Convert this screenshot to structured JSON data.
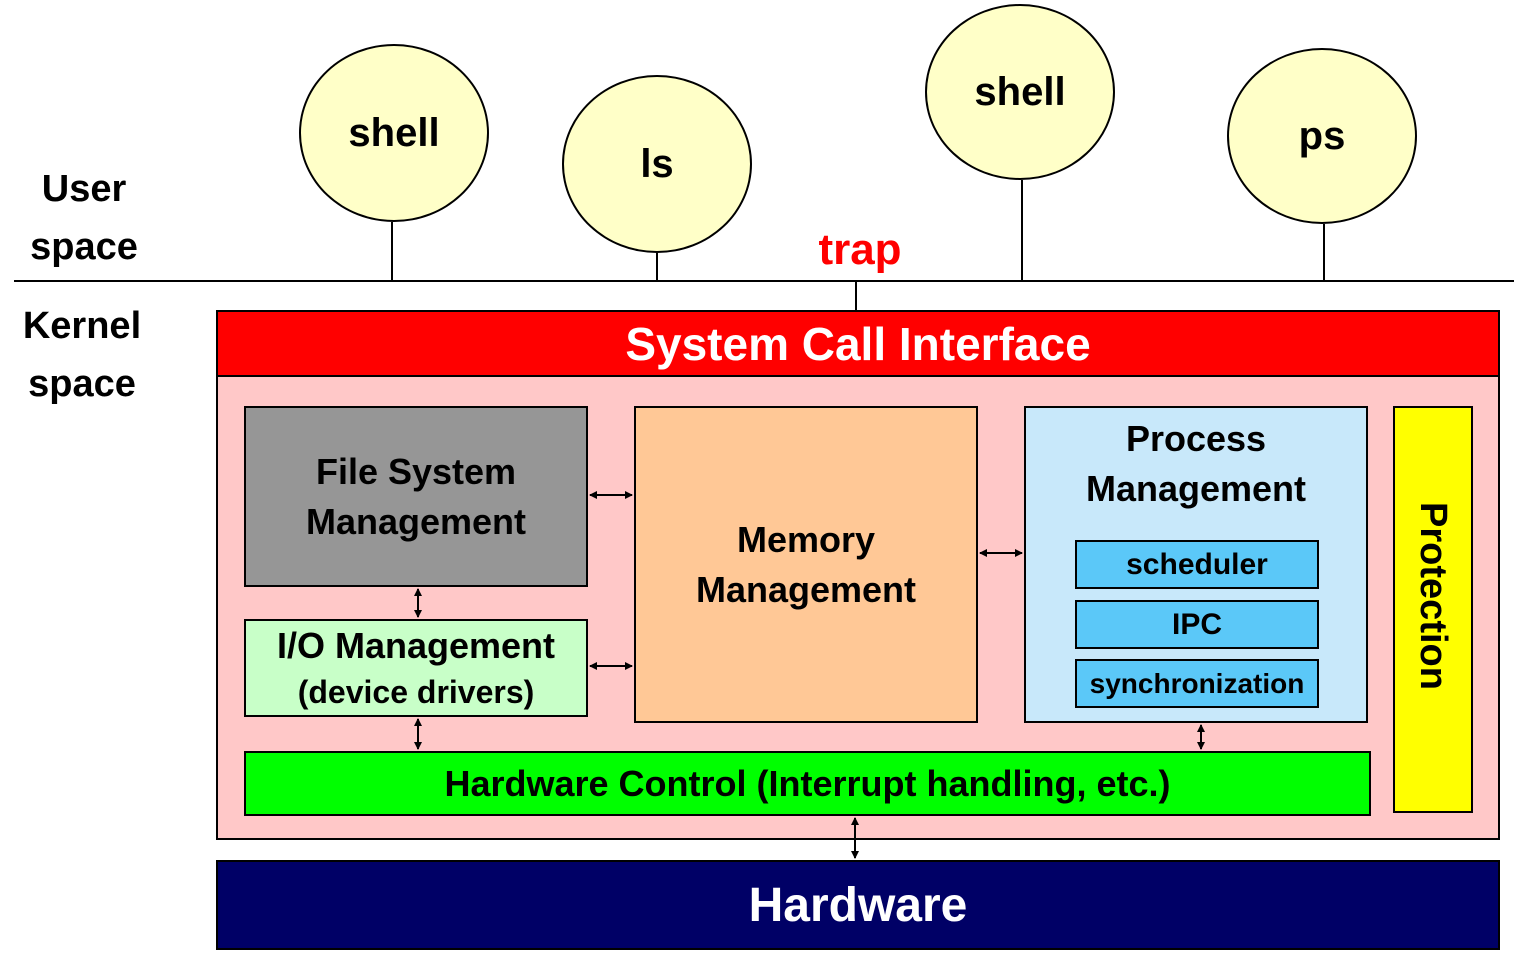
{
  "user_space_label": "User space",
  "kernel_space_label": "Kernel space",
  "processes": [
    "shell",
    "ls",
    "shell",
    "ps"
  ],
  "trap_label": "trap",
  "syscall_label": "System Call Interface",
  "fs_label": "File System Management",
  "io_label": "I/O Management",
  "io_sub_label": "(device drivers)",
  "mem_label": "Memory Management",
  "proc_label": "Process Management",
  "proc_subs": [
    "scheduler",
    "IPC",
    "synchronization"
  ],
  "protection_label": "Protection",
  "hwctrl_label": "Hardware Control (Interrupt handling, etc.)",
  "hardware_label": "Hardware",
  "colors": {
    "syscall": "#ff0000",
    "kernel_bg": "#ffc8c8",
    "fs": "#969696",
    "io": "#c8ffc8",
    "memory": "#ffc896",
    "process": "#c8e8fa",
    "proc_sub": "#5bc8f8",
    "protection": "#ffff00",
    "hwctrl": "#00ff00",
    "hardware": "#000066",
    "process_bubble": "#ffffc8",
    "trap": "#ff0000"
  }
}
